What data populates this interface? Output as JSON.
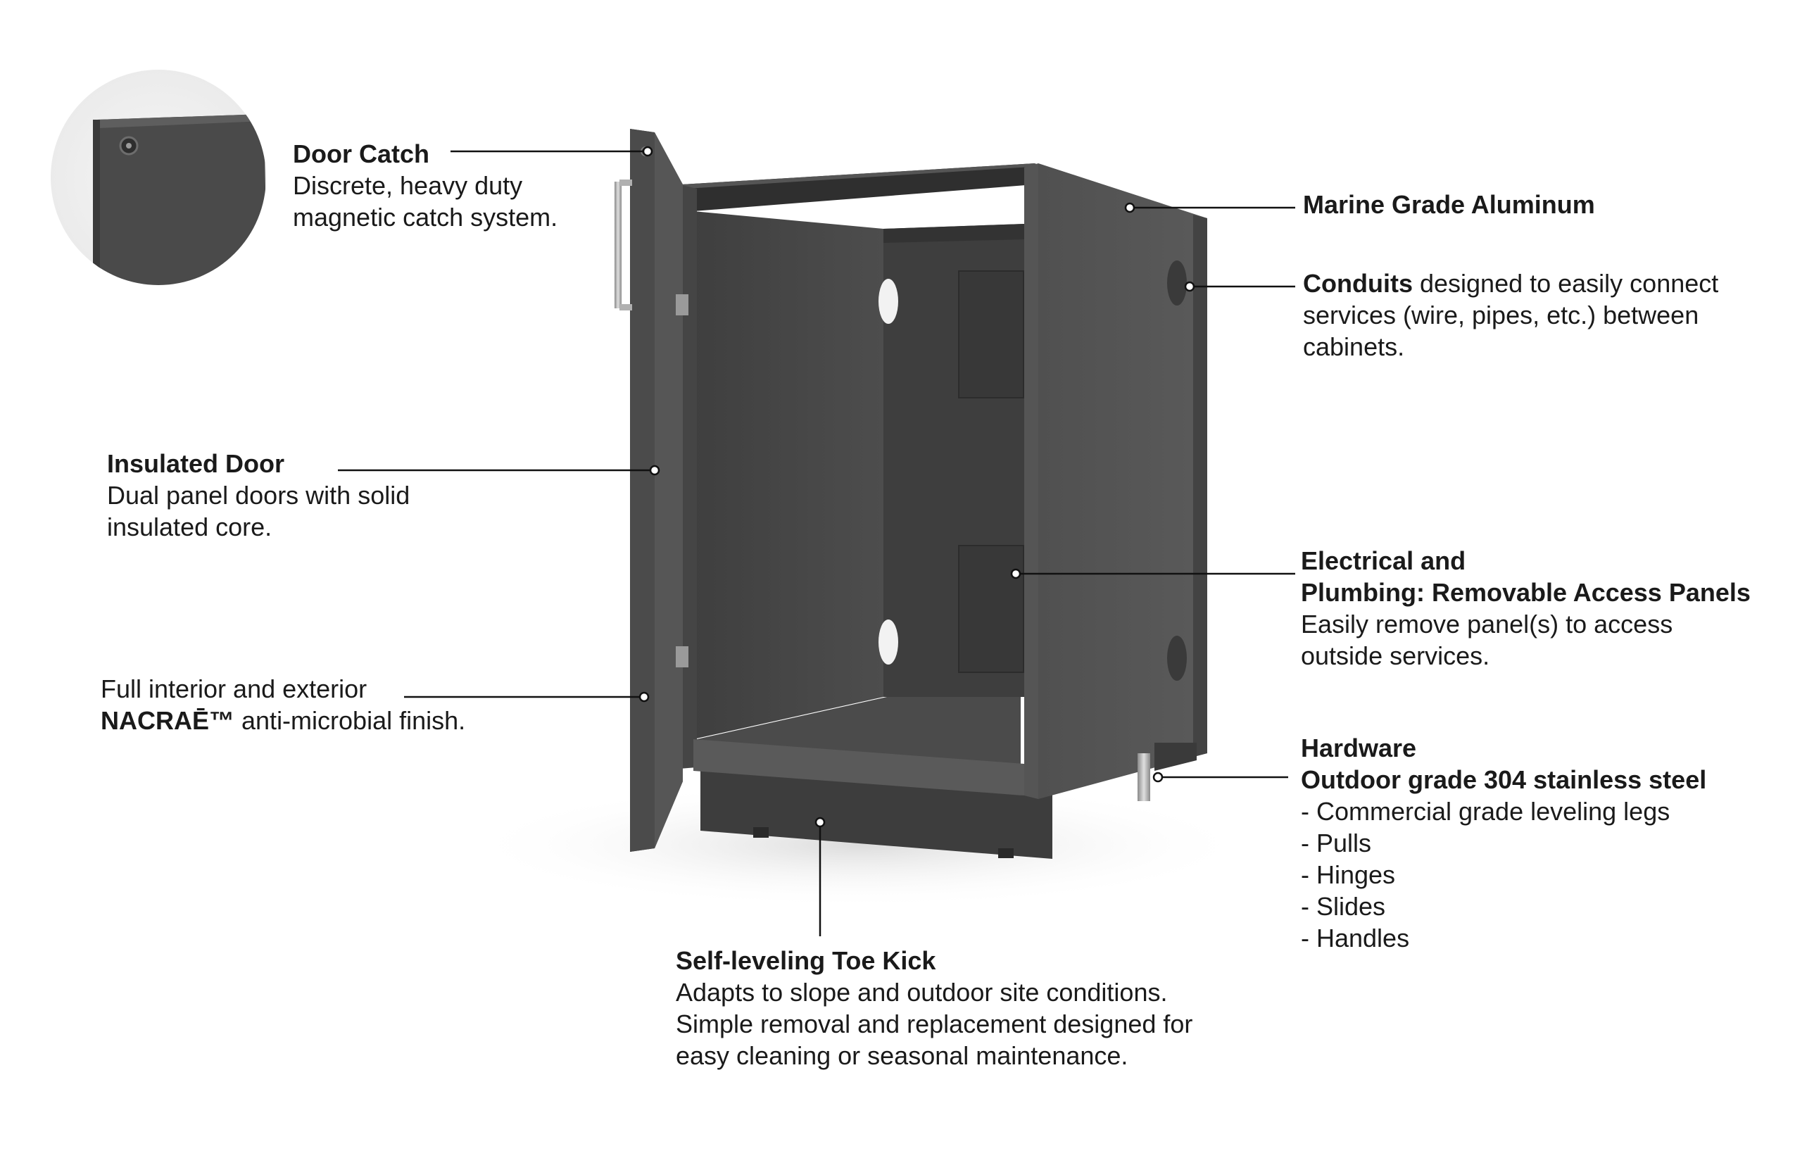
{
  "colors": {
    "cabinet_body": "#4a4a4a",
    "cabinet_dark": "#3a3a3a",
    "cabinet_light": "#5c5c5c",
    "interior": "#454545",
    "leader_line": "#111111",
    "text": "#1a1a1a",
    "steel": "#b8b8b8"
  },
  "callouts": {
    "door_catch": {
      "title": "Door Catch",
      "lines": [
        "Discrete, heavy duty",
        "magnetic catch system."
      ]
    },
    "insulated_door": {
      "title": "Insulated Door",
      "lines": [
        "Dual panel doors with solid",
        "insulated core."
      ]
    },
    "finish": {
      "line1": "Full interior and exterior",
      "brand": "NACRAĒ™",
      "line2_rest": " anti-microbial finish."
    },
    "marine": {
      "title": "Marine Grade Aluminum"
    },
    "conduits": {
      "title": "Conduits",
      "line1_rest": " designed to easily connect",
      "lines": [
        "services (wire, pipes, etc.) between",
        "cabinets."
      ]
    },
    "electrical": {
      "title_line1": "Electrical and",
      "title_line2": "Plumbing: Removable Access Panels",
      "lines": [
        "Easily remove panel(s) to access",
        "outside services."
      ]
    },
    "hardware": {
      "title": "Hardware",
      "subtitle": "Outdoor grade 304 stainless steel",
      "items": [
        "- Commercial grade leveling legs",
        "- Pulls",
        "- Hinges",
        "- Slides",
        "- Handles"
      ]
    },
    "toe_kick": {
      "title": "Self-leveling Toe Kick",
      "lines": [
        "Adapts to slope and outdoor site conditions.",
        "Simple removal and replacement designed for",
        "easy cleaning or seasonal maintenance."
      ]
    }
  }
}
